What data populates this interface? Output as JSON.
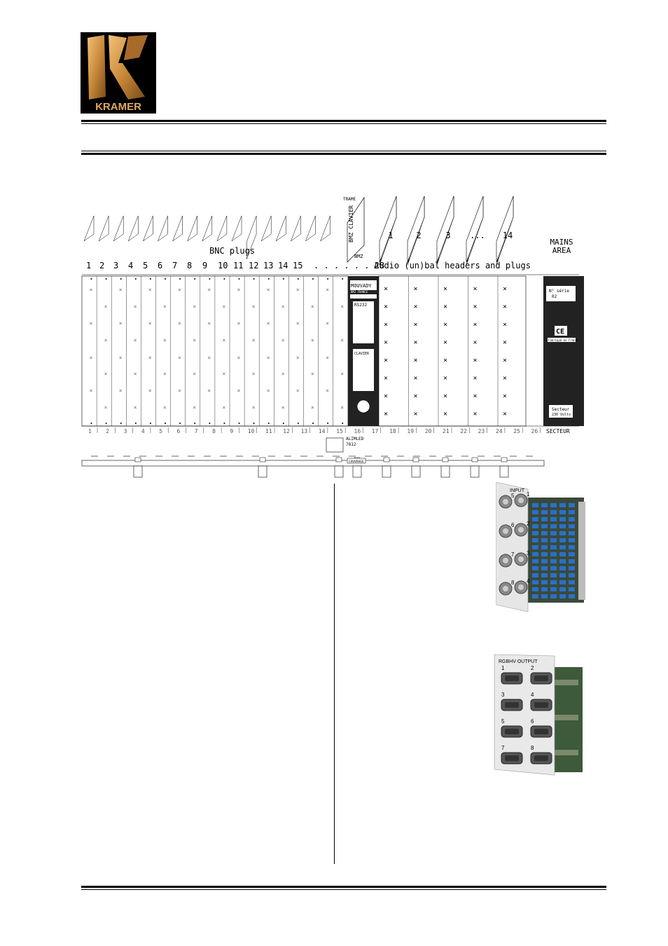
{
  "logo": {
    "text": "KRAMER"
  },
  "colors": {
    "logo_bg": "#000000",
    "logo_gold": "#c98a3a",
    "logo_gold_dark": "#7a4a1a",
    "logo_gold_light": "#f2c27a"
  },
  "diagram": {
    "bnc_labels": [
      "1",
      "2",
      "3",
      "4",
      "5",
      "6",
      "7",
      "8",
      "9",
      "10",
      "11",
      "12",
      "13",
      "14",
      "15",
      ". . . . . . 28"
    ],
    "bnc_plugs_label": "BNC plugs",
    "audio_label": "Audio (un)bal headers and plugs",
    "audio_card_labels": [
      "1",
      "2",
      "3",
      "...",
      "14"
    ],
    "mains_label": [
      "MAINS",
      "AREA"
    ],
    "trame_label": "TRAME",
    "bmz_clavier": "BMZ CLAVIER",
    "bmz_bottom": "BMZ",
    "bottom_slot_numbers": [
      "1",
      "2",
      "3",
      "4",
      "5",
      "6",
      "7",
      "8",
      "9",
      "10",
      "11",
      "12",
      "13",
      "14",
      "15",
      "16",
      "17",
      "18",
      "19",
      "20",
      "21",
      "22",
      "23",
      "24",
      "25",
      "26"
    ],
    "secteur_label": "SECTEUR",
    "alim_label": [
      "ALIMLED",
      "7812"
    ],
    "couvrage_label": "COUVRAGE",
    "serial_label": [
      "N° série",
      "02"
    ],
    "ce_label": "CE",
    "made_in": "Fabriqué en France",
    "secteur_box": [
      "Secteur",
      "230 Volts"
    ],
    "control_panel": {
      "title": "MOUVADY",
      "sub": "BMZ FRANCE",
      "rs232": "RS232",
      "clavier": "CLAVIER"
    }
  },
  "photos": {
    "input_card": {
      "title": "INPUT",
      "numbers": [
        "1",
        "2",
        "3",
        "4",
        "5",
        "6",
        "7",
        "8"
      ]
    },
    "output_card": {
      "title": "RGBHV OUTPUT",
      "numbers": [
        "1",
        "2",
        "3",
        "4",
        "5",
        "6",
        "7",
        "8"
      ]
    }
  }
}
